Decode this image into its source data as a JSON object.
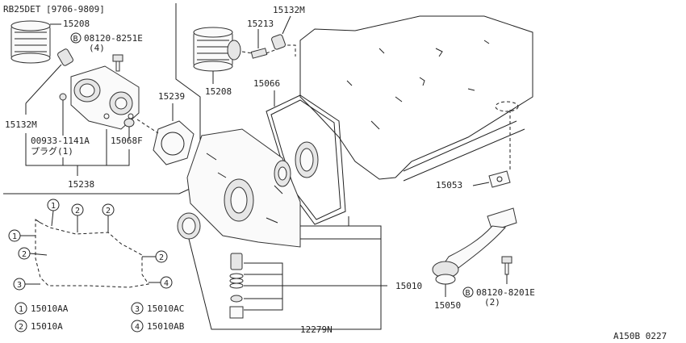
{
  "header": {
    "variant": "RB25DET [9706-9809]"
  },
  "labels": {
    "p15208_a": "15208",
    "p15208_b": "15208",
    "bolt_a_code": "08120-8251E",
    "bolt_a_qty": "(4)",
    "p15132M_a": "15132M",
    "p15132M_b": "15132M",
    "p15213": "15213",
    "p15239": "15239",
    "p15066": "15066",
    "plug_code": "00933-1141A",
    "plug_name": "プラグ(1)",
    "p15068F": "15068F",
    "p15238": "15238",
    "p15053": "15053",
    "p15010": "15010",
    "p15050": "15050",
    "bolt_b_code": "08120-8201E",
    "bolt_b_qty": "(2)",
    "p12279N": "12279N",
    "figure_code": "A150B 0227"
  },
  "bolt_marker": "B",
  "legend": [
    {
      "num": "1",
      "code": "15010AA"
    },
    {
      "num": "2",
      "code": "15010A"
    },
    {
      "num": "3",
      "code": "15010AC"
    },
    {
      "num": "4",
      "code": "15010AB"
    }
  ],
  "gasket_markers": [
    "1",
    "2",
    "2",
    "1",
    "2",
    "2",
    "3",
    "4"
  ]
}
